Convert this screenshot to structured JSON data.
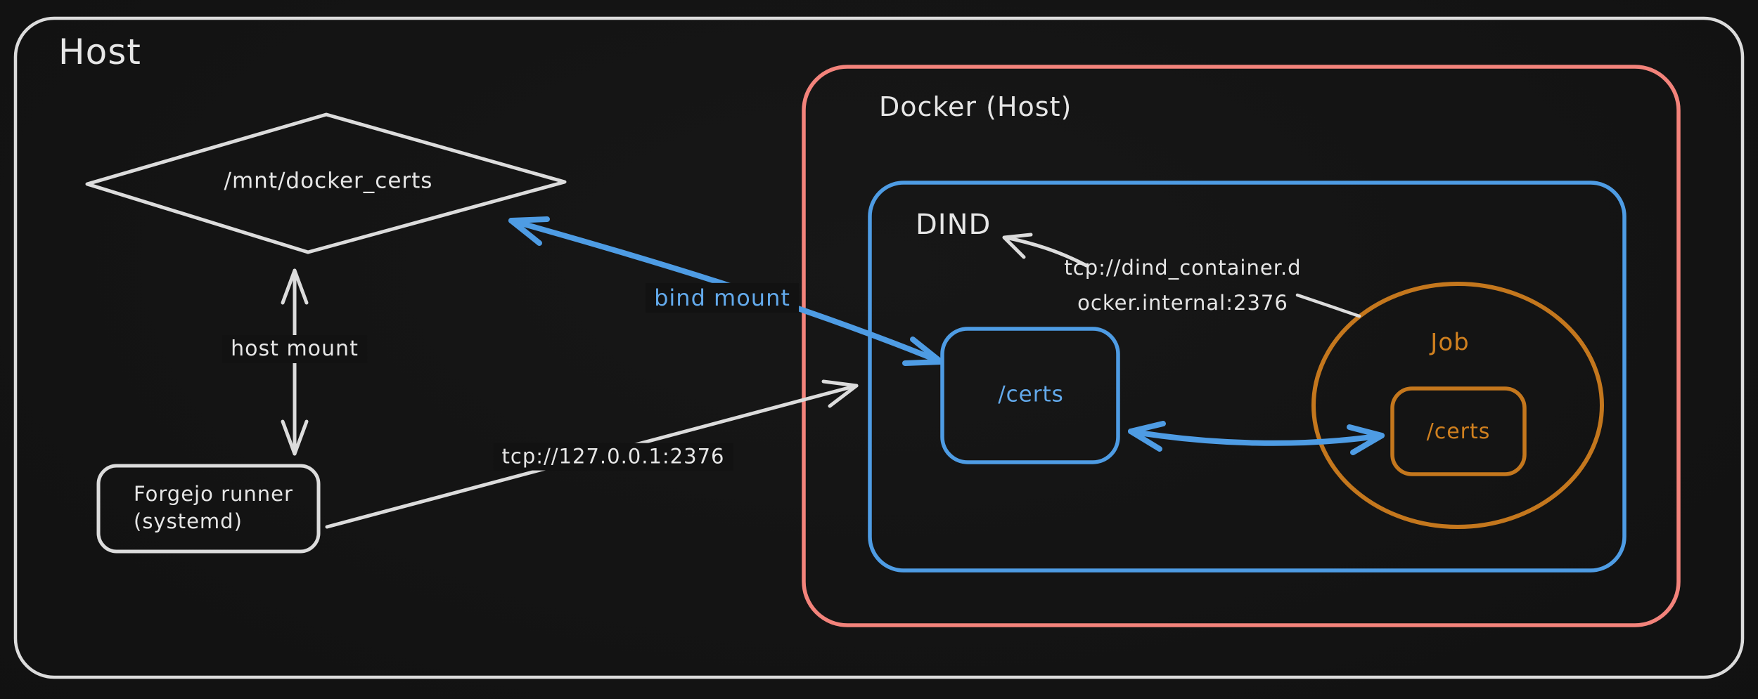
{
  "diagram": {
    "host": {
      "title": "Host"
    },
    "mnt_certs": {
      "label": "/mnt/docker_certs"
    },
    "host_mount": {
      "label": "host mount"
    },
    "forgejo": {
      "line1": "Forgejo runner",
      "line2": "(systemd)"
    },
    "tcp_local": {
      "label": "tcp://127.0.0.1:2376"
    },
    "bind_mount": {
      "label": "bind mount"
    },
    "docker_host": {
      "title": "Docker (Host)"
    },
    "dind": {
      "title": "DIND",
      "certs_label": "/certs"
    },
    "tcp_dind": {
      "line1": "tcp://dind_container.d",
      "line2": "ocker.internal:2376"
    },
    "job": {
      "title": "Job",
      "certs_label": "/certs"
    }
  },
  "colors": {
    "background": "#121212",
    "stroke_white": "#dcdcdc",
    "blue": "#4e9ce4",
    "red": "#f3837b",
    "orange": "#c4771d",
    "text": "#e6e6e6"
  }
}
